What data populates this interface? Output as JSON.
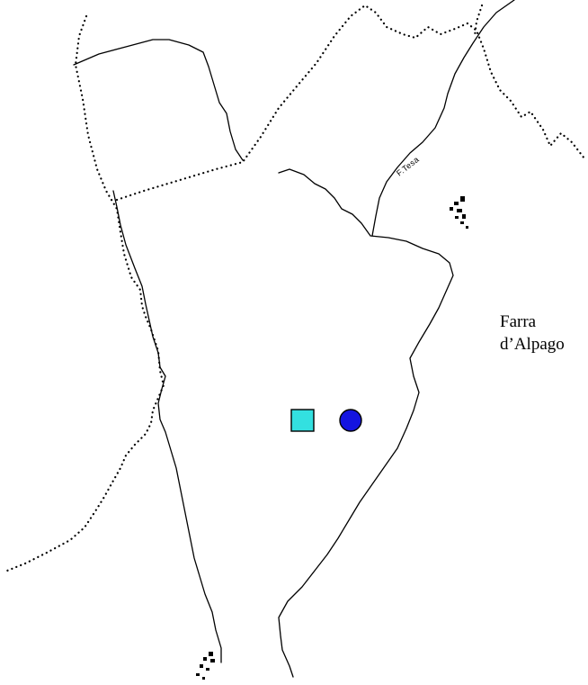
{
  "map": {
    "place_label": {
      "line1": "Farra",
      "line2": "d’Alpago"
    },
    "river_label": "F.Tesa"
  },
  "markers": [
    {
      "name": "square-marker",
      "shape": "square",
      "fill": "#33e0e0",
      "stroke": "#000000"
    },
    {
      "name": "circle-marker",
      "shape": "circle",
      "fill": "#1414e0",
      "stroke": "#000000"
    }
  ]
}
